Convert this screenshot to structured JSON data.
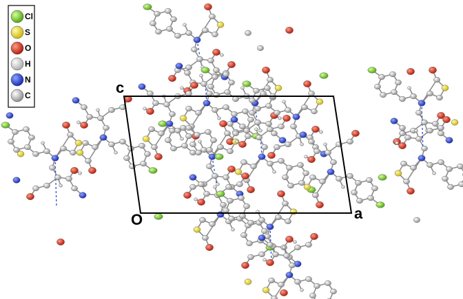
{
  "legend": {
    "items": [
      {
        "label": "Cl",
        "color": "#7ddc1f"
      },
      {
        "label": "S",
        "color": "#f2e21a"
      },
      {
        "label": "O",
        "color": "#e8220e"
      },
      {
        "label": "H",
        "color": "#d9d9d9"
      },
      {
        "label": "N",
        "color": "#1f3de0"
      },
      {
        "label": "C",
        "color": "#b9b9b9"
      }
    ]
  },
  "unit_cell": {
    "origin_label": "O",
    "a_label": "a",
    "c_label": "c"
  },
  "atom_colors": {
    "C": "#b9b9b9",
    "H": "#e4e4e4",
    "N": "#1f3de0",
    "O": "#e8220e",
    "S": "#f2e21a",
    "Cl": "#7ddc1f"
  }
}
